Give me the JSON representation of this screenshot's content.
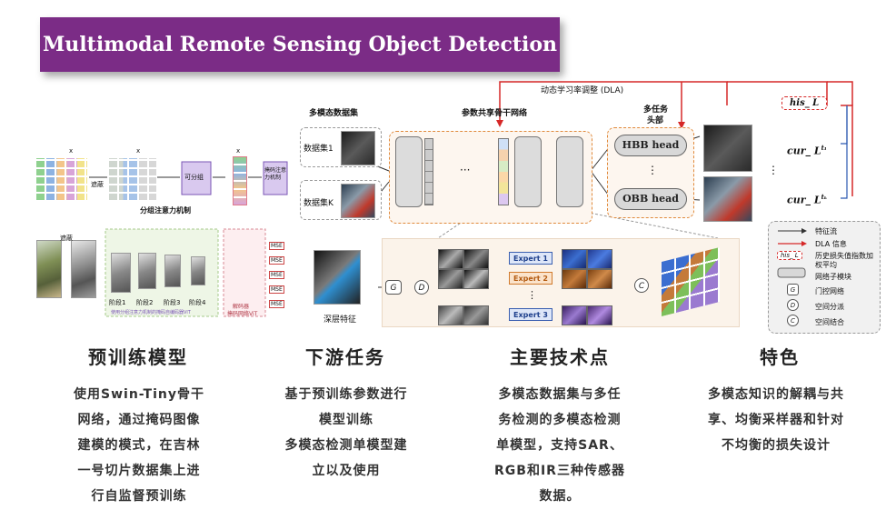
{
  "title": "Multimodal Remote Sensing Object Detection",
  "pretrain_diagram": {
    "mask_label_1": "遮蔽",
    "mask_label_2": "遮蔽",
    "x_labels": [
      "x",
      "x",
      "x"
    ],
    "grouped_attention": "分组注意力机制",
    "separable_group": "可分组",
    "masked_attention_mech": "掩码注意力机制",
    "stages": [
      "阶段1",
      "阶段2",
      "阶段3",
      "阶段4"
    ],
    "encoder_note": "使用分组注意力机制的掩码自编码器ViT",
    "decoder_label": "解码器",
    "decoder_note": "掩码网络ViT",
    "mse": [
      "MSE",
      "MSE",
      "MSE",
      "MSE",
      "MSE"
    ]
  },
  "downstream_diagram": {
    "dla_label": "动态学习率调整 (DLA)",
    "multimodal_datasets": "多模态数据集",
    "shared_backbone": "参数共享骨干网络",
    "multitask_head_l1": "多任务",
    "multitask_head_l2": "头部",
    "dataset_1": "数据集1",
    "dataset_k": "数据集K",
    "ellipsis": "···",
    "vdots": "⋮",
    "hbb_head": "HBB head",
    "obb_head": "OBB head",
    "his_l": "his_ L",
    "cur_l1": "cur_ L",
    "cur_l1_sup": "t₁",
    "cur_lk": "cur_ L",
    "cur_lk_sup": "tₖ",
    "deep_features": "深层特征",
    "gate_g": "G",
    "gate_d": "D",
    "gate_c": "C",
    "experts": [
      "Expert 1",
      "Expert 2",
      "Expert 3"
    ]
  },
  "legend": {
    "items": [
      {
        "icon": "arrow",
        "text": "特征流"
      },
      {
        "icon": "red-arrow",
        "text": "DLA 信息"
      },
      {
        "icon": "his-box",
        "icon_text": "his_ L",
        "text": "历史损失值指数加权平均"
      },
      {
        "icon": "rounded-box",
        "text": "网络子模块"
      },
      {
        "icon": "G",
        "text": "门控网络"
      },
      {
        "icon": "D",
        "text": "空间分派"
      },
      {
        "icon": "C",
        "text": "空间结合"
      }
    ]
  },
  "sections": [
    {
      "heading": "预训练模型",
      "lines": [
        "使用Swin-Tiny骨干",
        "网络，通过掩码图像",
        "建模的模式，在吉林",
        "一号切片数据集上进",
        "行自监督预训练"
      ]
    },
    {
      "heading": "下游任务",
      "lines": [
        "基于预训练参数进行",
        "模型训练",
        "多模态检测单模型建",
        "立以及使用"
      ]
    },
    {
      "heading": "主要技术点",
      "lines": [
        "多模态数据集与多任",
        "务检测的多模态检测",
        "单模型，支持SAR、",
        "RGB和IR三种传感器",
        "数据。"
      ]
    },
    {
      "heading": "特色",
      "lines": [
        "多模态知识的解耦与共",
        "享、均衡采样器和针对",
        "不均衡的损失设计"
      ]
    }
  ],
  "colors": {
    "title_bg": "#7b2c86",
    "dla_red": "#d62828",
    "orange_dash": "#e08a3c"
  }
}
